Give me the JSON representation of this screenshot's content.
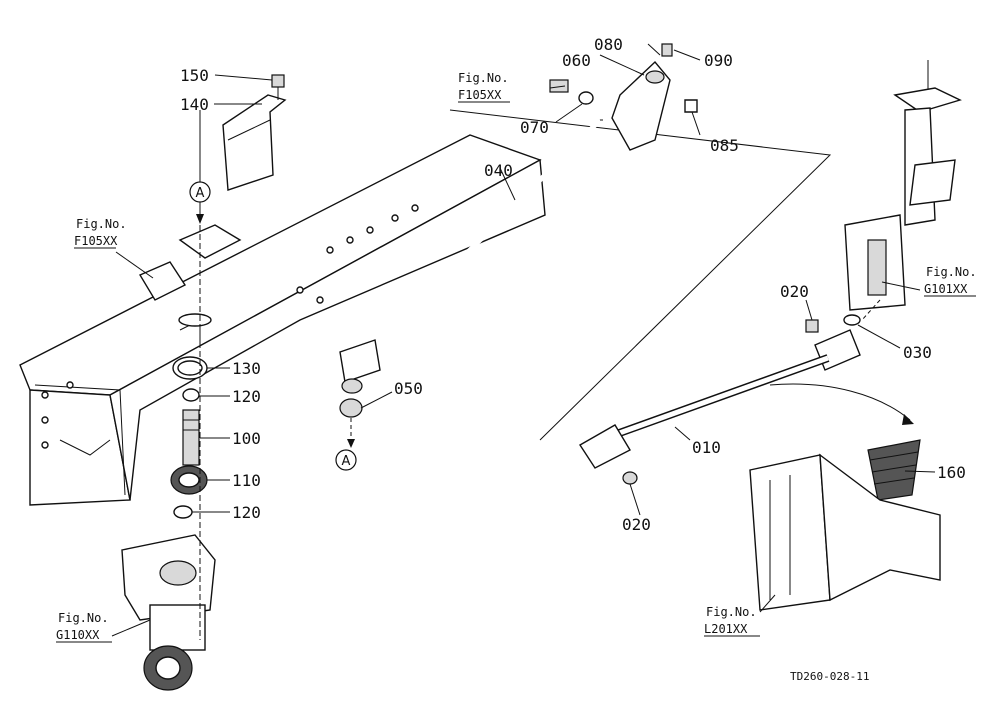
{
  "diagram": {
    "callouts": {
      "c150": "150",
      "c140": "140",
      "c130": "130",
      "c120a": "120",
      "c100": "100",
      "c110": "110",
      "c120b": "120",
      "c080": "080",
      "c090": "090",
      "c060": "060",
      "c070": "070",
      "c085": "085",
      "c040": "040",
      "c050": "050",
      "c020a": "020",
      "c030": "030",
      "c010": "010",
      "c020b": "020",
      "c160": "160"
    },
    "references": {
      "r1_line1": "Fig.No.",
      "r1_line2": "F105XX",
      "r2_line1": "Fig.No.",
      "r2_line2": "F105XX",
      "r3_line1": "Fig.No.",
      "r3_line2": "G101XX",
      "r4_line1": "Fig.No.",
      "r4_line2": "G110XX",
      "r5_line1": "Fig.No.",
      "r5_line2": "L201XX"
    },
    "circle_markers": {
      "top": "A",
      "bottom": "A"
    },
    "drawing_code": "TD260-028-11"
  }
}
